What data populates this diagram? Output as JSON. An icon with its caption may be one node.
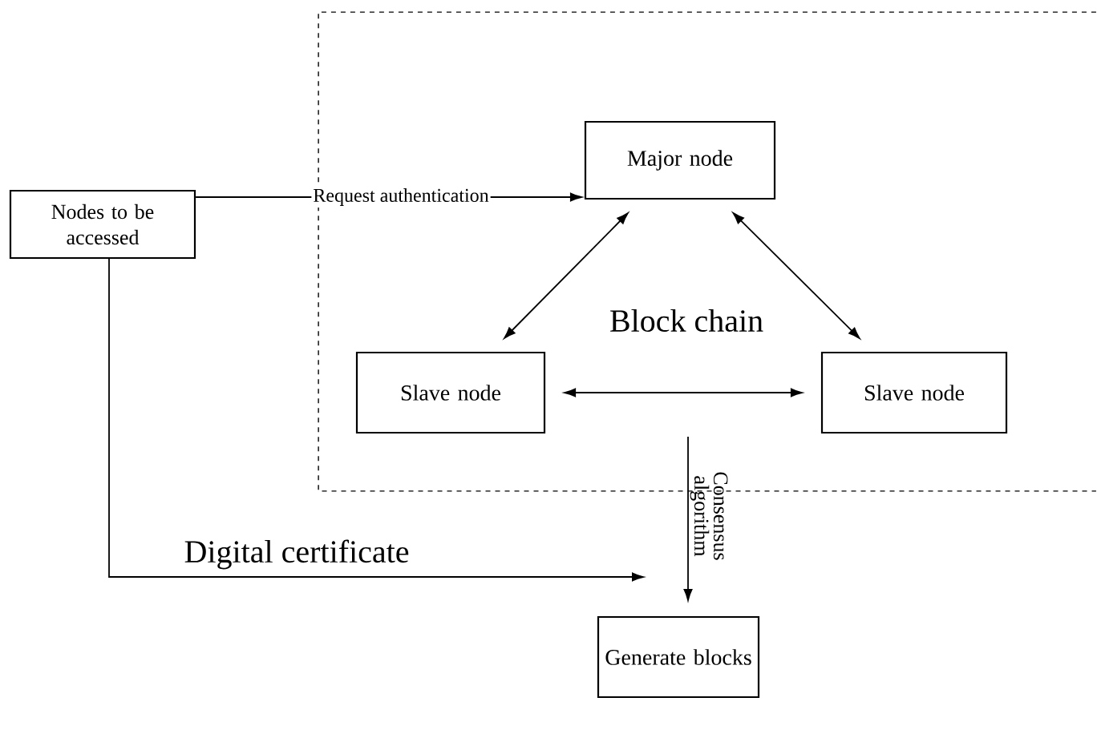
{
  "diagram": {
    "nodes": [
      {
        "text": [
          "Nodes to be accessed"
        ]
      },
      {
        "text": [
          "Block chain"
        ]
      },
      {
        "text": [
          "Major node"
        ],
        "in": 1
      },
      {
        "text": [
          "Slave node"
        ],
        "in": 1
      },
      {
        "text": [
          "Slave node"
        ],
        "in": 1
      },
      {
        "text": [
          "Generate blocks"
        ]
      }
    ],
    "edges": [
      {
        "from": 0,
        "to": 2,
        "arrow": "to",
        "label": "Request authentication"
      },
      {
        "from": 2,
        "to": 3,
        "arrow": "both"
      },
      {
        "from": 2,
        "to": 4,
        "arrow": "both"
      },
      {
        "from": 3,
        "to": 4,
        "arrow": "both"
      },
      {
        "from": 1,
        "to": 5,
        "arrow": "to",
        "label": "Consensus algorithm"
      },
      {
        "from": 0,
        "to": 5,
        "arrow": "to",
        "label": "Digital certificate"
      }
    ]
  }
}
